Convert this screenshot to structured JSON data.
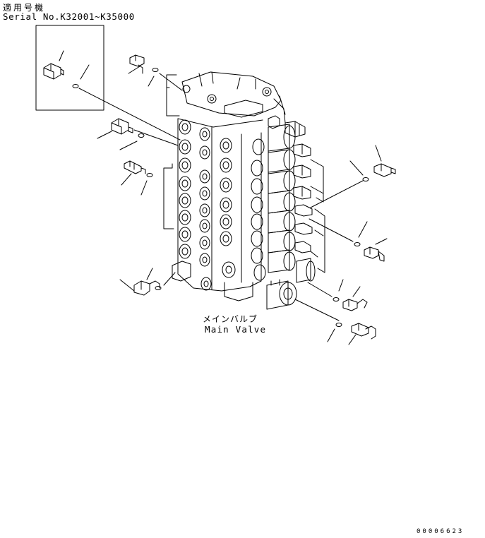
{
  "header": {
    "applicable_models_jp": "適用号機",
    "serial_range": "Serial No.K32001~K35000"
  },
  "part": {
    "label_jp": "メインバルブ",
    "label_en": "Main Valve"
  },
  "figure": {
    "number": "00006623"
  }
}
